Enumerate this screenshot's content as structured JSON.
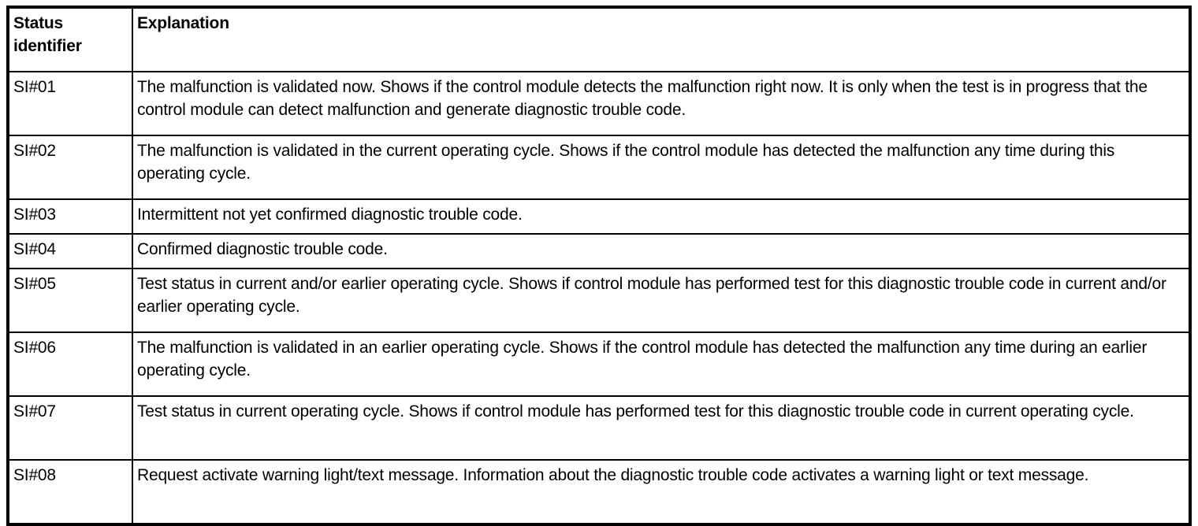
{
  "table": {
    "columns": [
      {
        "id": "status_identifier",
        "label": "Status identifier"
      },
      {
        "id": "explanation",
        "label": "Explanation"
      }
    ],
    "rows": [
      {
        "status_identifier": "SI#01",
        "explanation": "The malfunction is validated now. Shows if the control module detects the malfunction right now. It is only when the test is in progress that the control module can detect malfunction and generate diagnostic trouble code.",
        "lines": 2
      },
      {
        "status_identifier": "SI#02",
        "explanation": "The malfunction is validated in the current operating cycle. Shows if the control module has detected the malfunction any time during this operating cycle.",
        "lines": 2
      },
      {
        "status_identifier": "SI#03",
        "explanation": "Intermittent not yet confirmed diagnostic trouble code.",
        "lines": 1
      },
      {
        "status_identifier": "SI#04",
        "explanation": "Confirmed diagnostic trouble code.",
        "lines": 1
      },
      {
        "status_identifier": "SI#05",
        "explanation": "Test status in current and/or earlier operating cycle. Shows if control module has performed test for this diagnostic trouble code in current and/or earlier operating cycle.",
        "lines": 2
      },
      {
        "status_identifier": "SI#06",
        "explanation": "The malfunction is validated in an earlier operating cycle. Shows if the control module has detected the malfunction any time during an earlier operating cycle.",
        "lines": 2
      },
      {
        "status_identifier": "SI#07",
        "explanation": "Test status in current operating cycle. Shows if control module has performed test for this diagnostic trouble code in current operating cycle.",
        "lines": 2
      },
      {
        "status_identifier": "SI#08",
        "explanation": "Request activate warning light/text message. Information about the diagnostic trouble code activates a warning light or text message.",
        "lines": 2
      }
    ]
  },
  "colors": {
    "border": "#000000",
    "background": "#ffffff",
    "text": "#000000"
  }
}
